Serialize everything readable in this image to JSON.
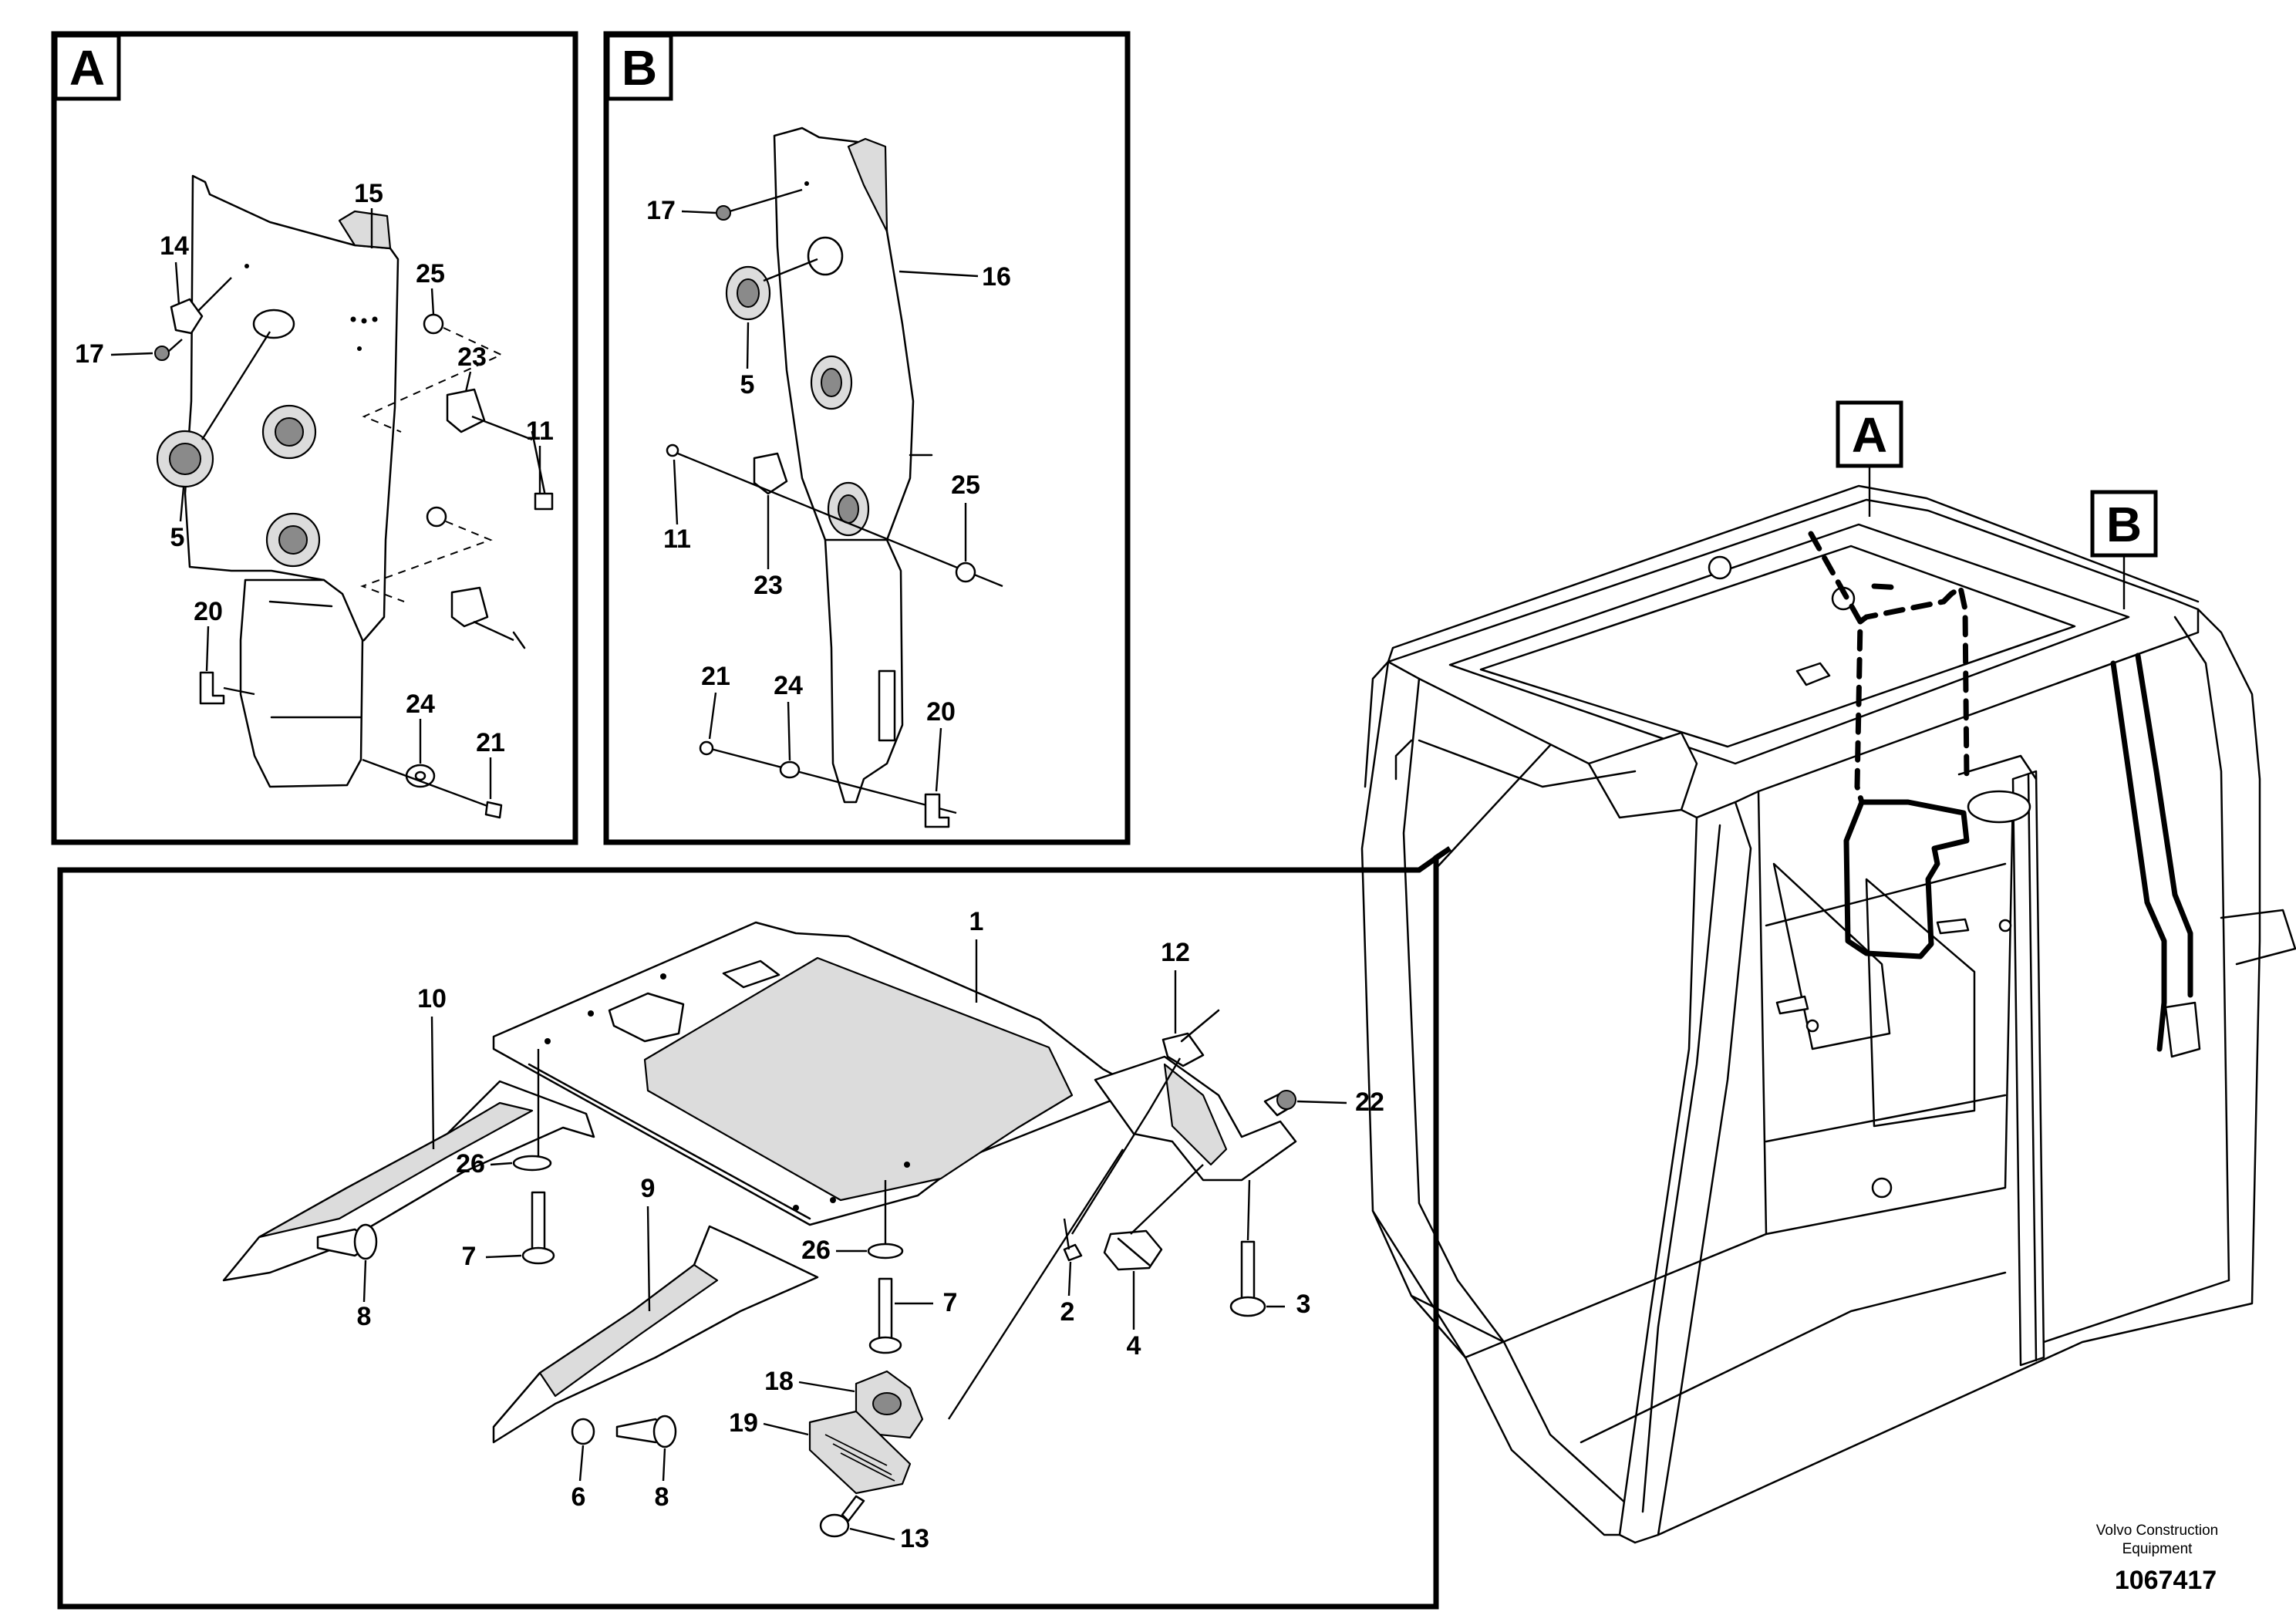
{
  "panels": {
    "a": {
      "tag": "A"
    },
    "b": {
      "tag": "B"
    }
  },
  "callouts": {
    "a": [
      "15",
      "14",
      "25",
      "17",
      "23",
      "11",
      "5",
      "20",
      "24",
      "21"
    ],
    "b": [
      "17",
      "16",
      "5",
      "25",
      "11",
      "23",
      "21",
      "24",
      "20"
    ],
    "main": [
      "1",
      "12",
      "10",
      "22",
      "26",
      "9",
      "26",
      "7",
      "7",
      "8",
      "2",
      "4",
      "3",
      "18",
      "19",
      "6",
      "8",
      "13"
    ]
  },
  "cab_markers": {
    "a": "A",
    "b": "B"
  },
  "footer": {
    "credit_line1": "Volvo Construction",
    "credit_line2": "Equipment",
    "doc_number": "1067417"
  }
}
